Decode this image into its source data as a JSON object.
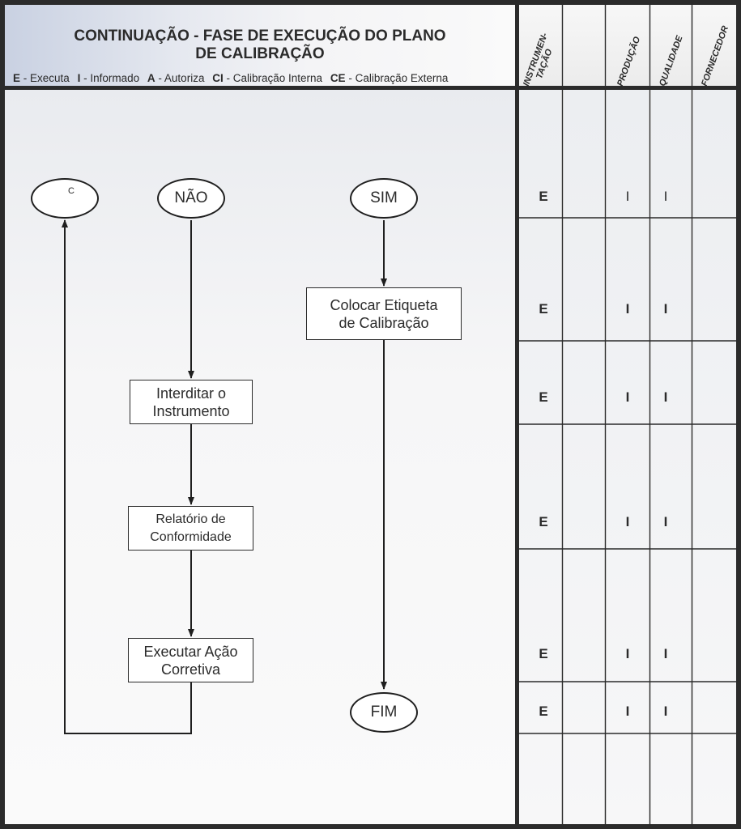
{
  "header": {
    "title_line1": "CONTINUAÇÃO - FASE DE EXECUÇÃO DO PLANO",
    "title_line2": "DE CALIBRAÇÃO",
    "legend": [
      {
        "code": "E",
        "text": "- Executa"
      },
      {
        "code": "I",
        "text": "- Informado"
      },
      {
        "code": "A",
        "text": "- Autoriza"
      },
      {
        "code": "CI",
        "text": "- Calibração Interna"
      },
      {
        "code": "CE",
        "text": "- Calibração Externa"
      }
    ]
  },
  "columns": {
    "instrumentacao_line1": "INSTRUMEN-",
    "instrumentacao_line2": "TAÇÃO",
    "producao": "PRODUÇÃO",
    "qualidade": "QUALIDADE",
    "fornecedor": "FORNECEDOR"
  },
  "flow": {
    "connector_label": "C",
    "nao": "NÃO",
    "sim": "SIM",
    "fim": "FIM",
    "etiqueta_line1": "Colocar Etiqueta",
    "etiqueta_line2": "de Calibração",
    "interditar_line1": "Interditar o",
    "interditar_line2": "Instrumento",
    "relatorio_line1": "Relatório de",
    "relatorio_line2": "Conformidade",
    "acao_line1": "Executar Ação",
    "acao_line2": "Corretiva"
  },
  "matrix": [
    {
      "instrumentacao": "E",
      "producao": "I",
      "qualidade": "I"
    },
    {
      "instrumentacao": "E",
      "producao": "I",
      "qualidade": "I"
    },
    {
      "instrumentacao": "E",
      "producao": "I",
      "qualidade": "I"
    },
    {
      "instrumentacao": "E",
      "producao": "I",
      "qualidade": "I"
    },
    {
      "instrumentacao": "E",
      "producao": "I",
      "qualidade": "I"
    },
    {
      "instrumentacao": "E",
      "producao": "I",
      "qualidade": "I"
    }
  ],
  "colors": {
    "border": "#2b2b2b",
    "header_gradient_start": "#c9d1e2",
    "text": "#2b2b2b"
  }
}
